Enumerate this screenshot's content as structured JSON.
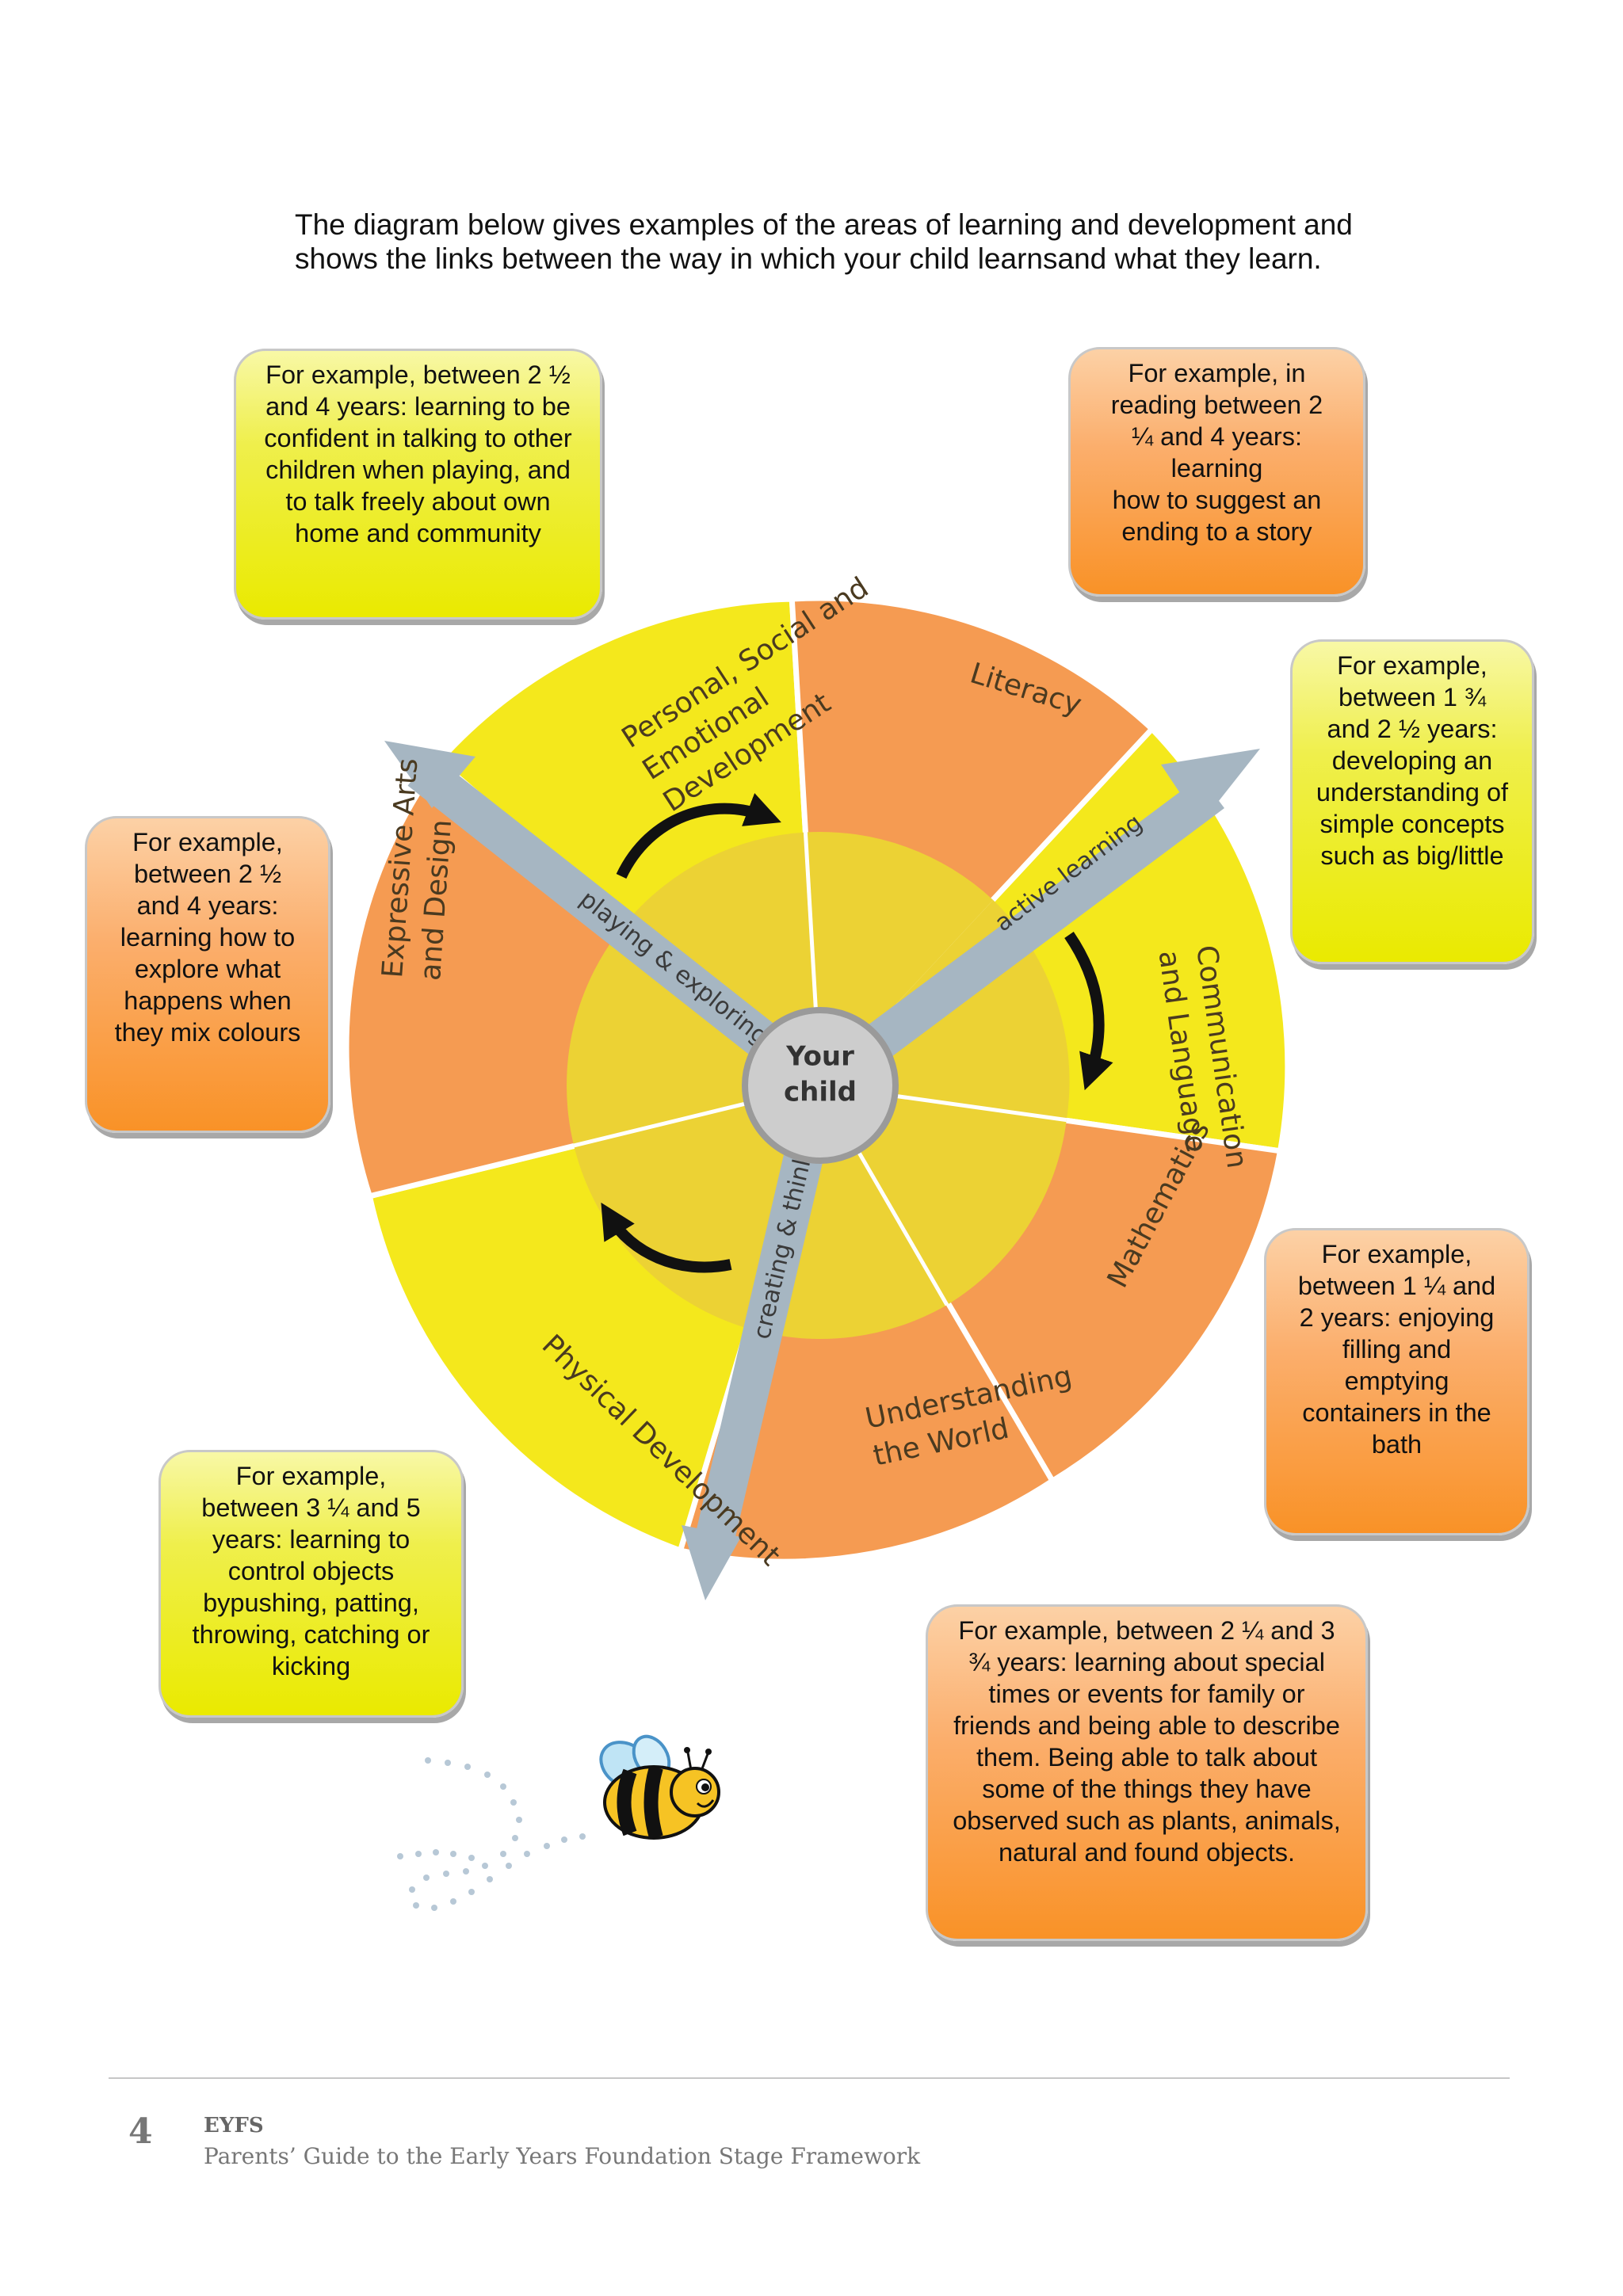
{
  "intro": {
    "line1": "The diagram below gives examples of the areas of learning and development and",
    "line2": "shows the links between the way in which your child learnsand what they learn."
  },
  "callouts": {
    "psed": [
      "For example, between 2 ½",
      "and 4 years: learning to be",
      "confident in talking to other",
      "children when playing, and",
      "to talk freely about own",
      "home and community"
    ],
    "literacy": [
      "For example, in",
      "reading between 2",
      "¼ and 4 years:",
      "learning",
      "how to suggest an",
      "ending to a story"
    ],
    "communication": [
      "For example,",
      "between 1 ¾",
      "and 2 ½ years:",
      "developing an",
      "understanding of",
      "simple concepts",
      "such as big/little"
    ],
    "expressive": [
      "For example,",
      "between 2 ½",
      "and 4 years:",
      "learning how to",
      "explore what",
      "happens when",
      "they mix colours"
    ],
    "mathematics": [
      "For example,",
      "between 1 ¼ and",
      "2 years: enjoying",
      "filling and",
      "emptying",
      "containers in the",
      "bath"
    ],
    "physical": [
      "For example,",
      "between 3 ¼ and 5",
      "years: learning to",
      "control objects",
      "bypushing, patting,",
      "throwing, catching or",
      "kicking"
    ],
    "world": [
      "For example, between 2 ¼ and 3",
      "¾ years: learning about special",
      "times or events for family or",
      "friends and being able to describe",
      "them. Being able to talk about",
      "some of the things they have",
      "observed such as plants, animals,",
      "natural and found objects."
    ]
  },
  "wheel": {
    "center": [
      "Your",
      "child"
    ],
    "areas": {
      "psed": [
        "Personal, Social and",
        "Emotional",
        "Development"
      ],
      "literacy": "Literacy",
      "communication": [
        "Communication",
        "and Language"
      ],
      "mathematics": "Mathematics",
      "world": [
        "Understanding",
        "the World"
      ],
      "physical": "Physical Development",
      "expressive": [
        "Expressive Arts",
        "and Design"
      ]
    },
    "arrows": {
      "playing": "playing & exploring",
      "active": "active learning",
      "creating": "creating & thinking critically"
    },
    "colors": {
      "yellow_outer": "#f4e81c",
      "yellow_inner": "#ecd234",
      "orange_outer": "#f59b52",
      "orange_inner": "#f0ac40",
      "arrow": "#a6b6c2"
    }
  },
  "footer": {
    "page_number": "4",
    "title": "EYFS",
    "subtitle": "Parents’ Guide to the Early Years Foundation Stage Framework"
  }
}
